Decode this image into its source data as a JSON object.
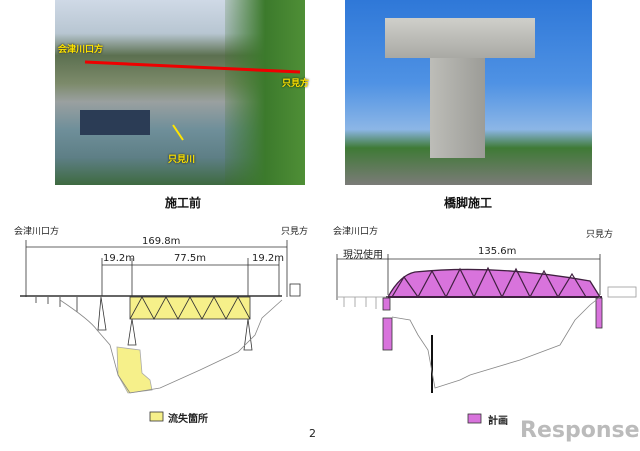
{
  "photos": {
    "before": {
      "caption": "施工前",
      "label_left": "会津川口方",
      "label_right": "只見方",
      "label_river": "只見川"
    },
    "pier": {
      "caption": "橋脚施工"
    }
  },
  "diagram_before": {
    "label_left": "会津川口方",
    "label_right": "只見方",
    "total_span": "169.8m",
    "span_left": "19.2m",
    "span_center": "77.5m",
    "span_right": "19.2m",
    "legend": "流失箇所",
    "legend_color": "#f6f08a"
  },
  "diagram_plan": {
    "label_left": "会津川口方",
    "label_right": "只見方",
    "existing_label": "現況使用",
    "span": "135.6m",
    "legend": "計画",
    "legend_color": "#d873dc"
  },
  "page_number": "2",
  "watermark": "Response."
}
